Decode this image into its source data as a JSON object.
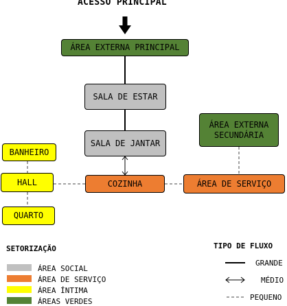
{
  "diagram": {
    "entry_title": "ACESSO PRINCIPAL",
    "nodes": {
      "area_externa_principal": "ÁREA EXTERNA PRINCIPAL",
      "sala_de_estar": "SALA DE ESTAR",
      "sala_de_jantar": "SALA DE JANTAR",
      "area_externa_secundaria": "ÁREA EXTERNA\nSECUNDÁRIA",
      "banheiro": "BANHEIRO",
      "hall": "HALL",
      "quarto": "QUARTO",
      "cozinha": "COZINHA",
      "area_de_servico": "ÁREA DE SERVIÇO"
    },
    "flows": [
      {
        "from": "acesso_principal",
        "to": "area_externa_principal",
        "type": "entry-arrow"
      },
      {
        "from": "area_externa_principal",
        "to": "sala_de_estar",
        "type": "grande"
      },
      {
        "from": "sala_de_estar",
        "to": "sala_de_jantar",
        "type": "grande"
      },
      {
        "from": "sala_de_jantar",
        "to": "cozinha",
        "type": "medio"
      },
      {
        "from": "hall",
        "to": "cozinha",
        "type": "pequeno"
      },
      {
        "from": "cozinha",
        "to": "area_de_servico",
        "type": "pequeno"
      },
      {
        "from": "area_externa_secundaria",
        "to": "area_de_servico",
        "type": "pequeno"
      },
      {
        "from": "banheiro",
        "to": "hall",
        "type": "pequeno"
      },
      {
        "from": "hall",
        "to": "quarto",
        "type": "pequeno"
      }
    ]
  },
  "legend": {
    "sectors_title": "SETORIZAÇÃO",
    "sectors": [
      {
        "key": "social",
        "label": "ÁREA SOCIAL",
        "color": "#c0c0c0"
      },
      {
        "key": "servico",
        "label": "ÁREA DE SERVIÇO",
        "color": "#ed7d31"
      },
      {
        "key": "intima",
        "label": "ÁREA ÍNTIMA",
        "color": "#ffff00"
      },
      {
        "key": "verdes",
        "label": "ÁREAS VERDES",
        "color": "#548235"
      }
    ],
    "flow_title": "TIPO DE FLUXO",
    "flow_types": [
      {
        "key": "grande",
        "label": "GRANDE"
      },
      {
        "key": "medio",
        "label": "MÉDIO"
      },
      {
        "key": "pequeno",
        "label": "PEQUENO"
      }
    ]
  }
}
